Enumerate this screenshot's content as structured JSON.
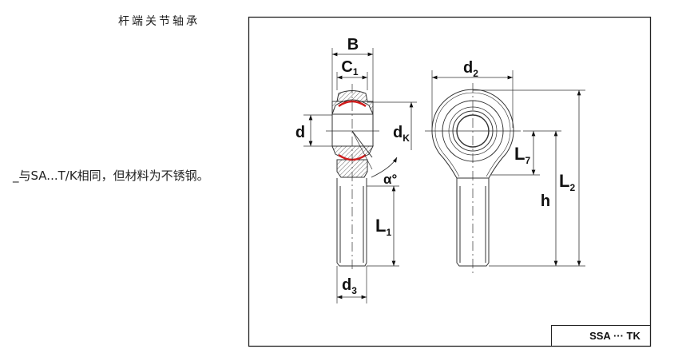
{
  "title": "杆端关节轴承",
  "note": "_与SA...T/K相同，但材料为不锈钢。",
  "drawing": {
    "labels": {
      "B": "B",
      "C": "C",
      "C_sub": "1",
      "d": "d",
      "dK": "d",
      "dK_sub": "K",
      "alpha": "α°",
      "L1": "L",
      "L1_sub": "1",
      "d3": "d",
      "d3_sub": "3",
      "d2": "d",
      "d2_sub": "2",
      "L7": "L",
      "L7_sub": "7",
      "h": "h",
      "L2": "L",
      "L2_sub": "2"
    },
    "model_box": "SSA ··· TK",
    "accent_color": "#d01c1c"
  }
}
